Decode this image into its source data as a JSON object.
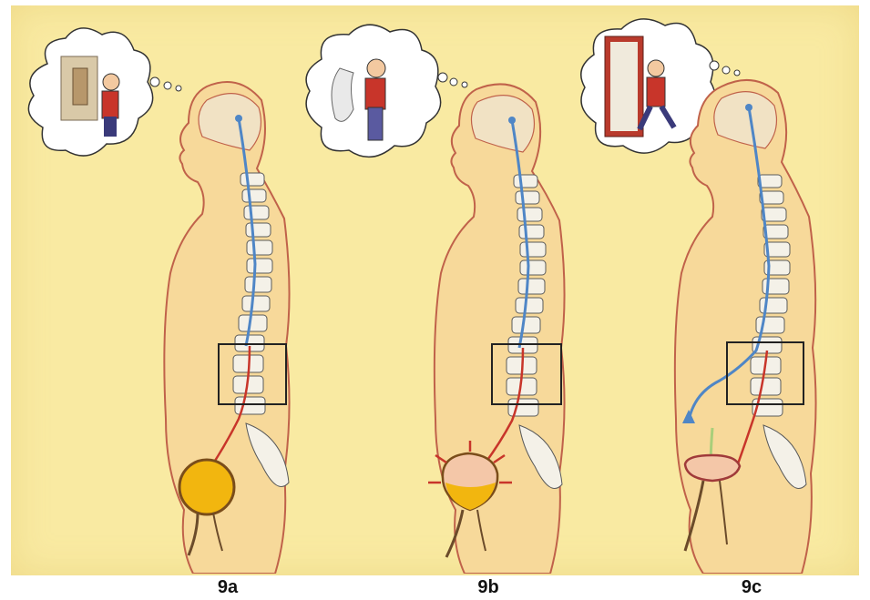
{
  "figures": [
    {
      "id": "9a",
      "label": "9a",
      "bladder_state": "full"
    },
    {
      "id": "9b",
      "label": "9b",
      "bladder_state": "pressured"
    },
    {
      "id": "9c",
      "label": "9c",
      "bladder_state": "emptying"
    }
  ],
  "colors": {
    "background": "#f9eaa2",
    "skin": "#f7d99a",
    "outline": "#c0624a",
    "spine": "#f4f1e8",
    "nerve_blue": "#4f86c6",
    "nerve_red": "#c8352a",
    "urine": "#f2b60f",
    "box": "#222222"
  }
}
